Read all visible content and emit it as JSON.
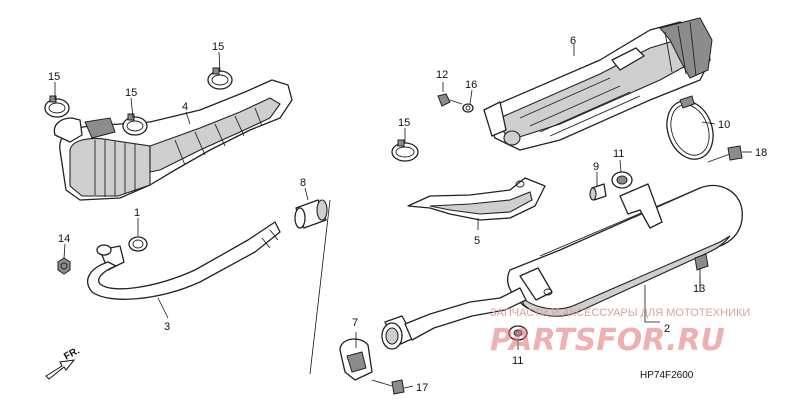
{
  "diagram": {
    "callouts": {
      "c1": "1",
      "c2": "2",
      "c3": "3",
      "c4": "4",
      "c5": "5",
      "c6": "6",
      "c7": "7",
      "c8": "8",
      "c9": "9",
      "c10": "10",
      "c11a": "11",
      "c11b": "11",
      "c12": "12",
      "c13": "13",
      "c14": "14",
      "c15a": "15",
      "c15b": "15",
      "c15c": "15",
      "c15d": "15",
      "c16": "16",
      "c17": "17",
      "c18": "18"
    },
    "drawing_code": "HP74F2600",
    "direction_label": "FR."
  },
  "watermark": {
    "tagline": "ЗАПЧАСТИ И АКСЕССУАРЫ ДЛЯ МОТОТЕХНИКИ",
    "brand": "PARTSFOR.RU",
    "brand_color": "#e07070"
  }
}
